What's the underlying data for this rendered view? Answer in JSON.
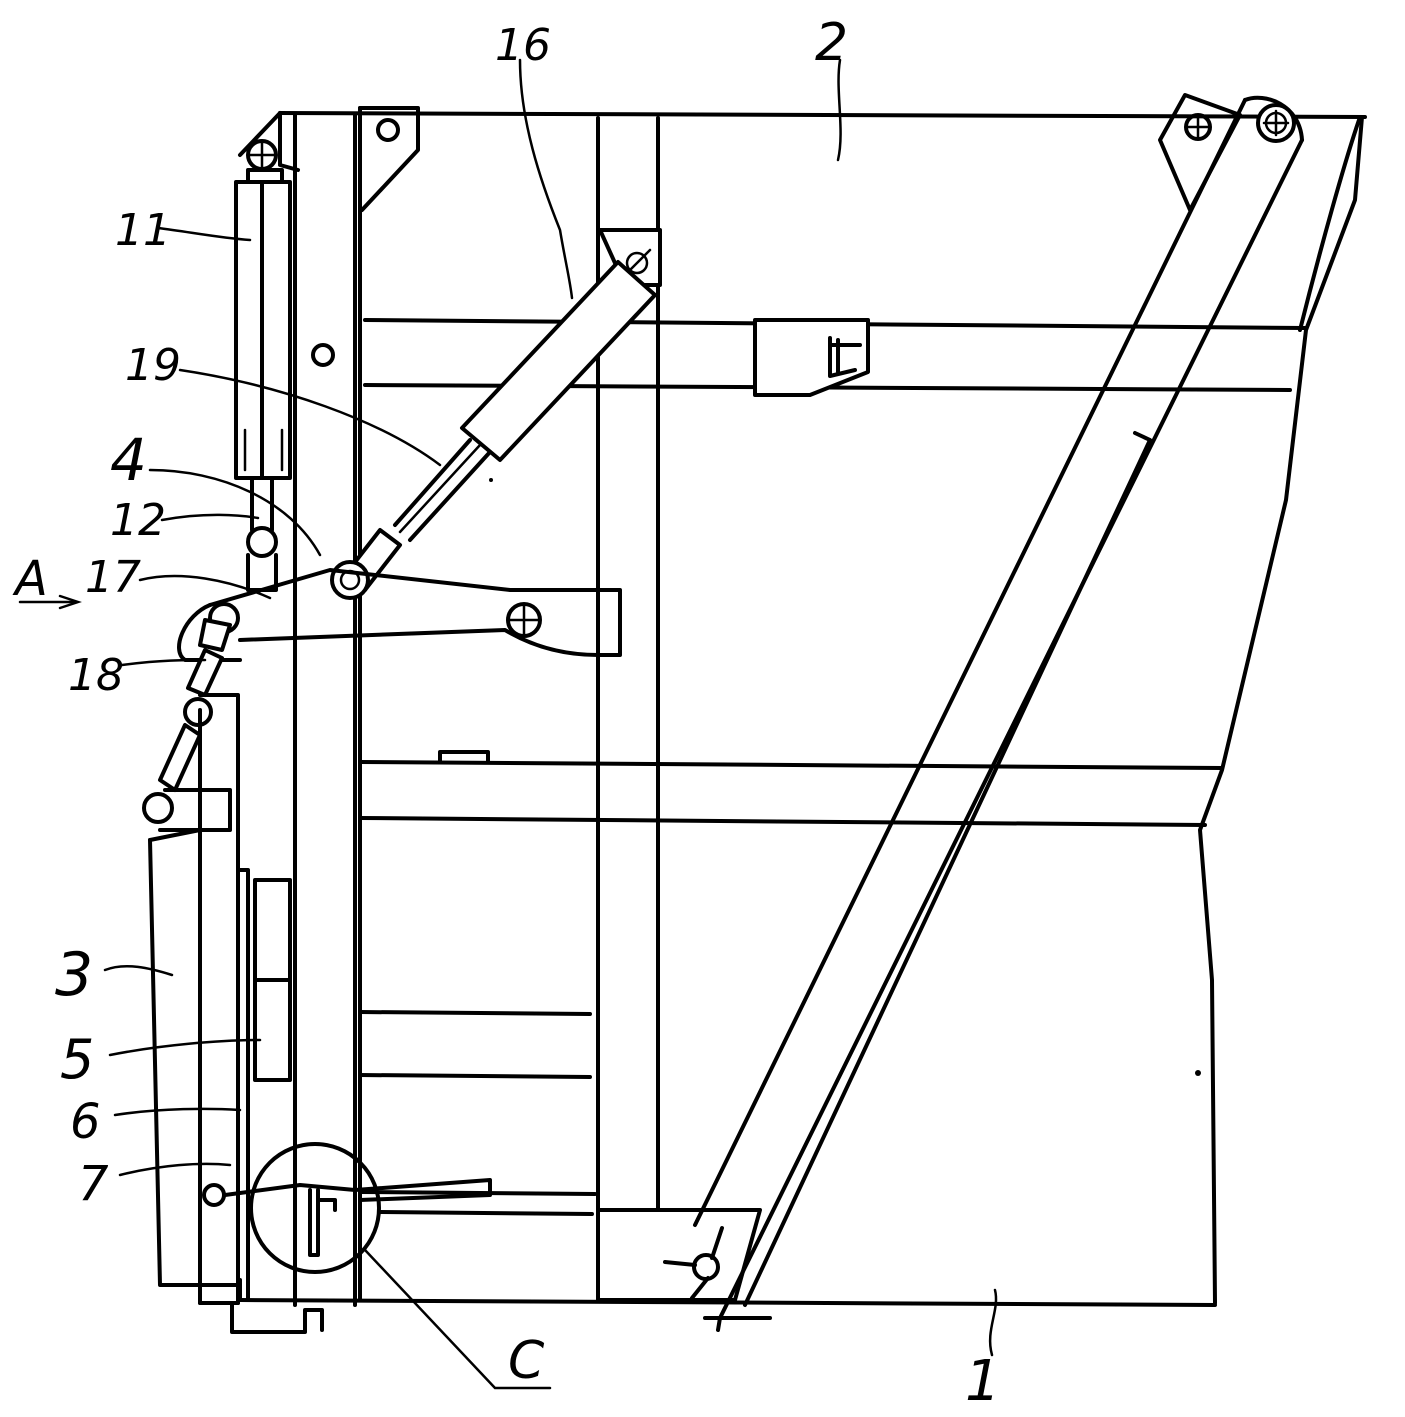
{
  "figure": {
    "callouts": {
      "n1": "1",
      "n2": "2",
      "n3": "3",
      "n4": "4",
      "n5": "5",
      "n6": "6",
      "n7": "7",
      "n11": "11",
      "n12": "12",
      "n16": "16",
      "n17": "17",
      "n18": "18",
      "n19": "19",
      "view_a": "A",
      "detail_c": "C"
    }
  }
}
